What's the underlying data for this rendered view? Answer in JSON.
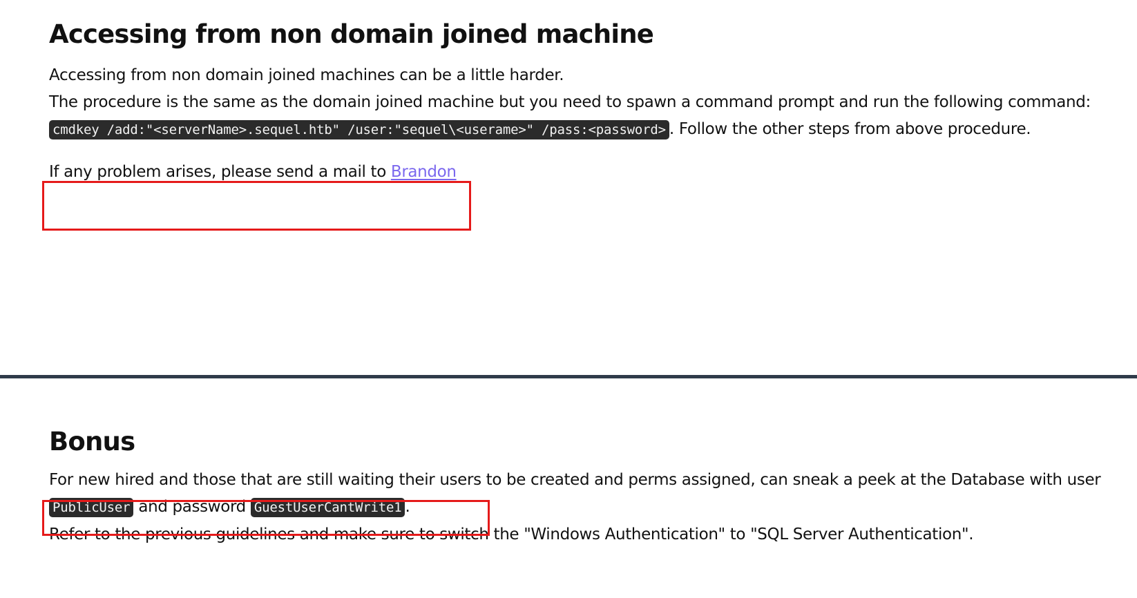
{
  "section_access": {
    "title": "Accessing from non domain joined machine",
    "line1": "Accessing from non domain joined machines can be a little harder.",
    "line2_before": "The procedure is the same as the domain joined machine but you need to spawn a command prompt and run the following command: ",
    "command": "cmdkey /add:\"<serverName>.sequel.htb\" /user:\"sequel\\<userame>\" /pass:<password>",
    "line2_after": ". Follow the other steps from above procedure.",
    "problem_text": "If any problem arises, please send a mail to ",
    "problem_link": "Brandon"
  },
  "section_bonus": {
    "title": "Bonus",
    "line1_before": "For new hired and those that are still waiting their users to be created and perms assigned, can sneak a peek at the Database with user ",
    "user_code": "PublicUser",
    "middle": " and password ",
    "password_code": "GuestUserCantWrite1",
    "line1_after": ".",
    "line2": "Refer to the previous guidelines and make sure to switch the \"Windows Authentication\" to \"SQL Server Authentication\"."
  },
  "colors": {
    "highlight_border": "#e51a1a",
    "link": "#7b68ee",
    "code_bg": "#2b2b2b",
    "divider": "#2f3b4a"
  }
}
